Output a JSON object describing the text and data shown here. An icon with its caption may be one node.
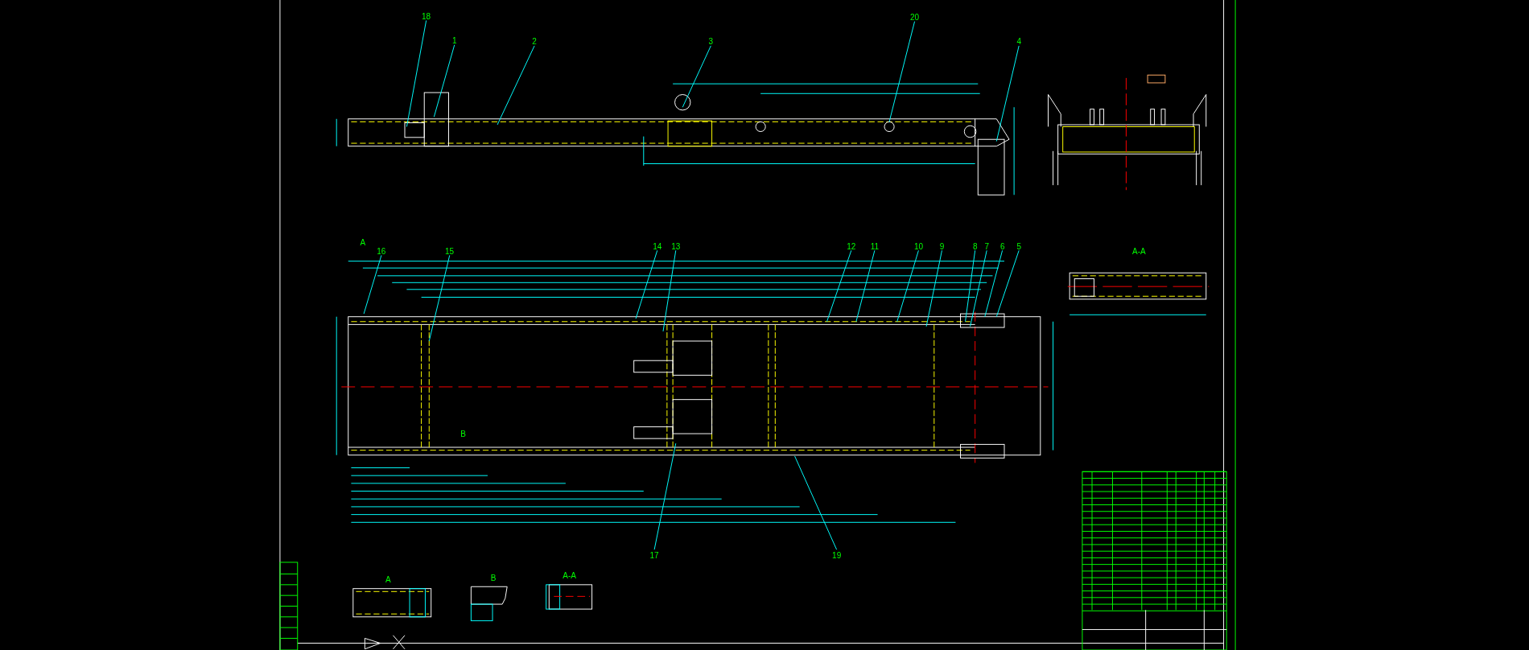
{
  "diagram": {
    "nodes": [
      {
        "text": [
          "18"
        ]
      },
      {
        "text": [
          "1"
        ]
      },
      {
        "text": [
          "2"
        ]
      },
      {
        "text": [
          "3"
        ]
      },
      {
        "text": [
          "20"
        ]
      },
      {
        "text": [
          "4"
        ]
      },
      {
        "text": [
          "16"
        ]
      },
      {
        "text": [
          "15"
        ]
      },
      {
        "text": [
          "14"
        ]
      },
      {
        "text": [
          "13"
        ]
      },
      {
        "text": [
          "12"
        ]
      },
      {
        "text": [
          "11"
        ]
      },
      {
        "text": [
          "10"
        ]
      },
      {
        "text": [
          "9"
        ]
      },
      {
        "text": [
          "8"
        ]
      },
      {
        "text": [
          "7"
        ]
      },
      {
        "text": [
          "6"
        ]
      },
      {
        "text": [
          "5"
        ]
      },
      {
        "text": [
          "17"
        ]
      },
      {
        "text": [
          "19"
        ]
      }
    ],
    "edges": [
      {
        "from": 0,
        "to": null,
        "arrow": "none"
      },
      {
        "from": 1,
        "to": null,
        "arrow": "none"
      },
      {
        "from": 2,
        "to": null,
        "arrow": "none"
      },
      {
        "from": 3,
        "to": null,
        "arrow": "none"
      },
      {
        "from": 4,
        "to": null,
        "arrow": "none"
      },
      {
        "from": 5,
        "to": null,
        "arrow": "none"
      },
      {
        "from": 6,
        "to": null,
        "arrow": "none"
      },
      {
        "from": 7,
        "to": null,
        "arrow": "none"
      },
      {
        "from": 8,
        "to": null,
        "arrow": "none"
      },
      {
        "from": 9,
        "to": null,
        "arrow": "none"
      },
      {
        "from": 10,
        "to": null,
        "arrow": "none"
      },
      {
        "from": 11,
        "to": null,
        "arrow": "none"
      },
      {
        "from": 12,
        "to": null,
        "arrow": "none"
      },
      {
        "from": 13,
        "to": null,
        "arrow": "none"
      },
      {
        "from": 14,
        "to": null,
        "arrow": "none"
      },
      {
        "from": 15,
        "to": null,
        "arrow": "none"
      },
      {
        "from": 16,
        "to": null,
        "arrow": "none"
      },
      {
        "from": 17,
        "to": null,
        "arrow": "none"
      },
      {
        "from": 18,
        "to": null,
        "arrow": "none"
      },
      {
        "from": 19,
        "to": null,
        "arrow": "none"
      }
    ],
    "labels": [
      "A",
      "A-A",
      "B",
      "A",
      "B",
      "A-A"
    ]
  }
}
